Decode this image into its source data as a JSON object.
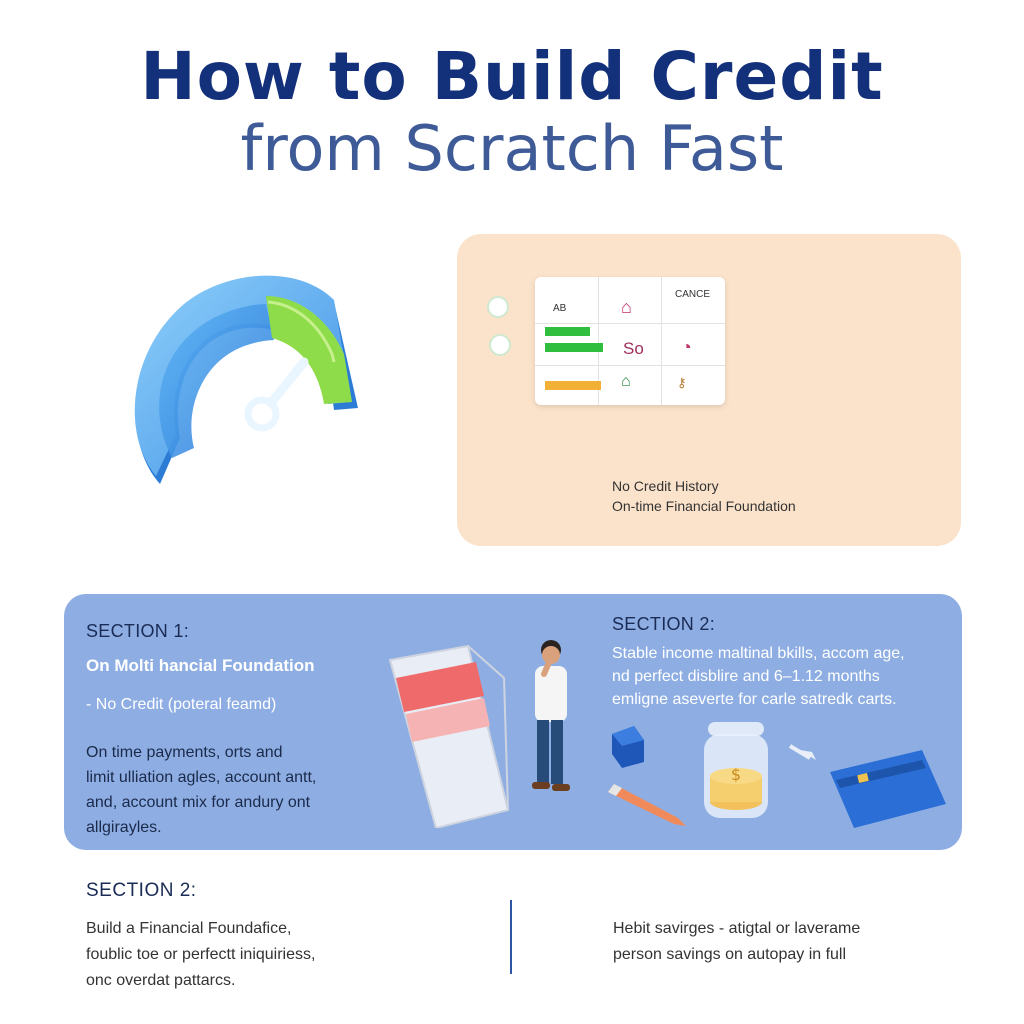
{
  "title": {
    "line1": "How to Build Credit",
    "line2": "from Scratch Fast"
  },
  "hero": {
    "gauge_icon": "speedometer-icon",
    "card": {
      "table_labels": [
        "AB",
        "CANCE",
        "So"
      ],
      "icons": [
        "person-icon",
        "dollar-icon",
        "bank-icon",
        "clock-icon",
        "key-icon",
        "house-icon"
      ],
      "line1": "No Credit History",
      "line2": "On-time Financial Foundation"
    }
  },
  "section1": {
    "heading": "SECTION 1:",
    "subtitle": "On Molti hancial Foundation",
    "bullet": "- No Credit (poteral feamd)",
    "body": [
      "On time payments, orts and",
      "limit ulliation agles, account antt,",
      "and, account mix for andury ont",
      "allgirayles."
    ]
  },
  "section2": {
    "heading": "SECTION 2:",
    "body": [
      "Stable income maltinal bkills, accom age,",
      "nd perfect disblire and 6–1.12 months",
      "emligne aseverte for carle satredk carts."
    ]
  },
  "illustration": {
    "icons": [
      "calendar-icon",
      "person-icon",
      "cube-icon",
      "pencil-icon",
      "coin-jar-icon",
      "arrow-icon",
      "credit-card-icon"
    ],
    "jar_symbol": "$"
  },
  "lower": {
    "heading": "SECTION 2:",
    "left": [
      "Build a Financial Foundafice,",
      "foublic toe or perfectt iniquiriess,",
      "onc overdat pattarcs."
    ],
    "right": [
      "Hebit savirges - atigtal or laverame",
      "person savings on autopay in full"
    ]
  },
  "colors": {
    "title": "#13307a",
    "peach": "#fbe3cb",
    "blue_panel": "#8eaee3",
    "gauge_blue": "#4aa6ee",
    "gauge_green": "#8fdc4a"
  }
}
